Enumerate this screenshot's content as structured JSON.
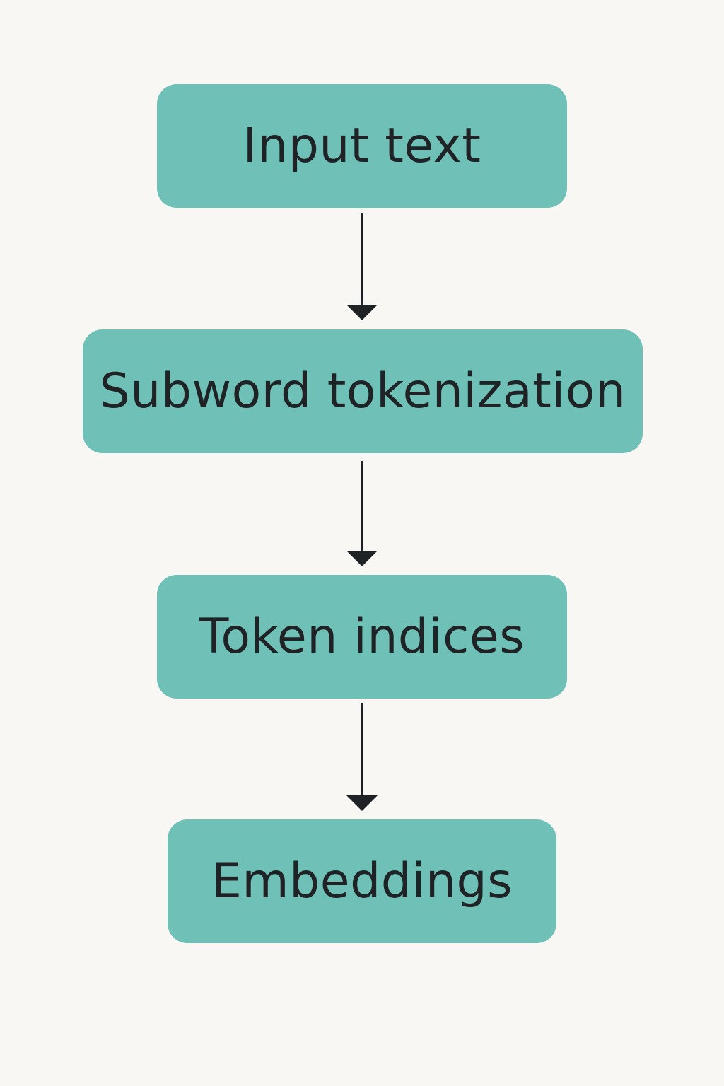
{
  "diagram": {
    "type": "flowchart",
    "direction": "top-to-bottom",
    "colors": {
      "background": "#f8f7f4",
      "node_fill": "#6fc0b6",
      "text": "#1f2326",
      "arrow": "#1f2326"
    },
    "nodes": [
      {
        "id": "n1",
        "label": "Input text"
      },
      {
        "id": "n2",
        "label": "Subword tokenization"
      },
      {
        "id": "n3",
        "label": "Token indices"
      },
      {
        "id": "n4",
        "label": "Embeddings"
      }
    ],
    "edges": [
      {
        "from": "n1",
        "to": "n2"
      },
      {
        "from": "n2",
        "to": "n3"
      },
      {
        "from": "n3",
        "to": "n4"
      }
    ]
  }
}
